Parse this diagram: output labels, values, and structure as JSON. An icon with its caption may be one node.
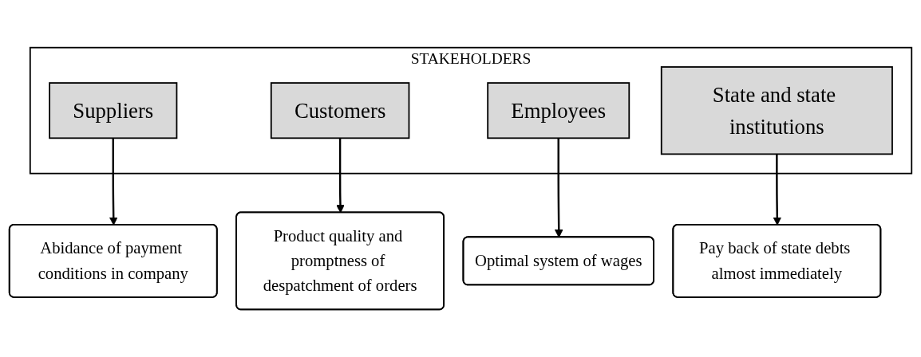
{
  "diagram": {
    "nodes": [
      {
        "text": [
          "STAKEHOLDERS"
        ]
      },
      {
        "text": [
          "Suppliers"
        ],
        "in": 0
      },
      {
        "text": [
          "Customers"
        ],
        "in": 0
      },
      {
        "text": [
          "Employees"
        ],
        "in": 0
      },
      {
        "text": [
          "State and state institutions"
        ],
        "in": 0
      },
      {
        "text": [
          "Abidance of payment conditions in company"
        ]
      },
      {
        "text": [
          "Product quality and promptness of despatchment of orders"
        ]
      },
      {
        "text": [
          "Optimal system of wages"
        ]
      },
      {
        "text": [
          "Pay back of state debts almost immediately"
        ]
      }
    ],
    "edges": [
      {
        "from": 1,
        "to": 5,
        "arrow": "to"
      },
      {
        "from": 2,
        "to": 6,
        "arrow": "to"
      },
      {
        "from": 3,
        "to": 7,
        "arrow": "to"
      },
      {
        "from": 4,
        "to": 8,
        "arrow": "to"
      }
    ]
  }
}
